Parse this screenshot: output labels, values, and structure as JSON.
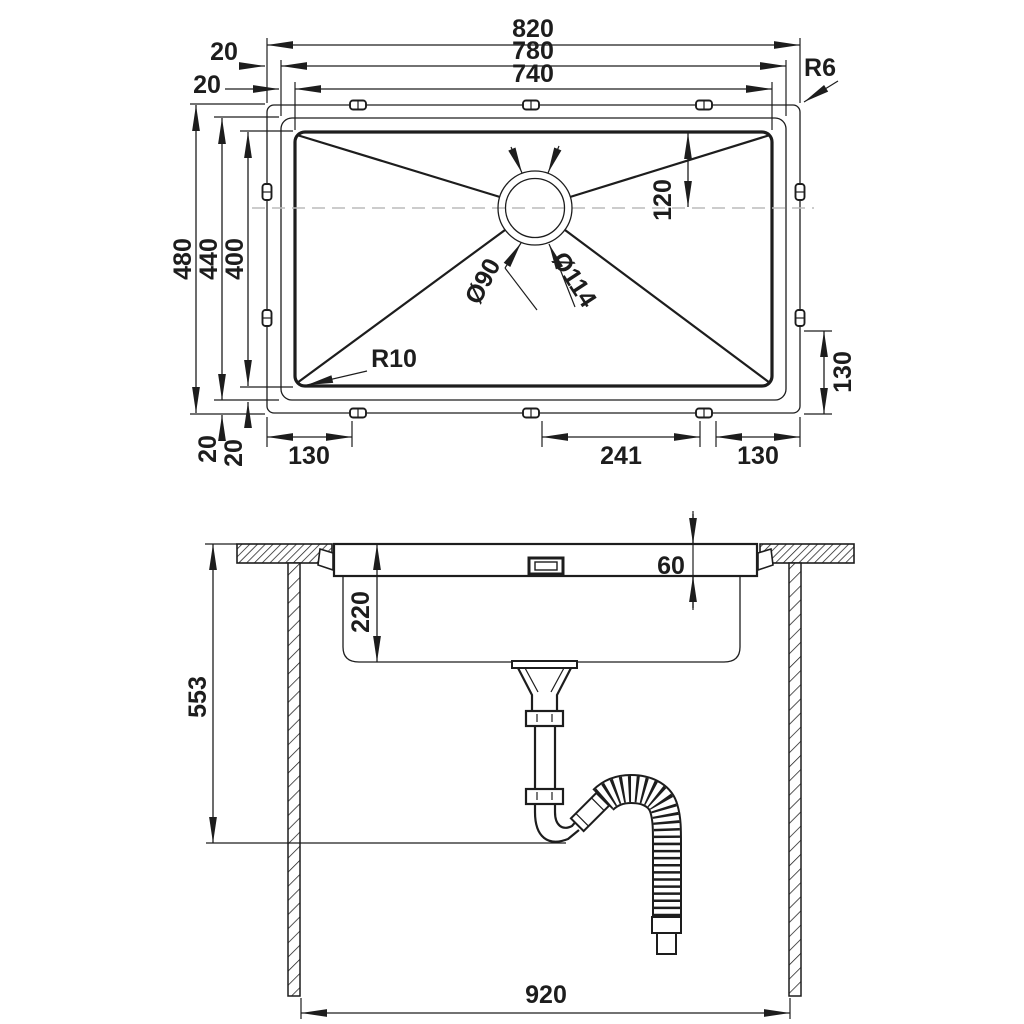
{
  "meta": {
    "drawing_type": "sink technical drawing",
    "ink_color": "#1d1d1d",
    "background": "#ffffff",
    "centerline_color": "#bcbcbc"
  },
  "top_view": {
    "width_overall": "820",
    "width_rim": "780",
    "width_bowl": "740",
    "offset_top_1": "20",
    "offset_top_2": "20",
    "height_overall": "480",
    "height_rim": "440",
    "height_bowl": "400",
    "offset_bottom_1": "20",
    "offset_bottom_2": "20",
    "drain_offset": "120",
    "drain_inner_dia": "Ø90",
    "drain_outer_dia": "Ø114",
    "rim_corner_radius": "R6",
    "bowl_corner_radius": "R10",
    "bottom_left": "130",
    "bottom_center": "241",
    "bottom_right": "130",
    "right_side": "130"
  },
  "section_view": {
    "rim_height": "60",
    "bowl_depth": "220",
    "under_counter_depth": "553",
    "cabinet_width": "920"
  }
}
